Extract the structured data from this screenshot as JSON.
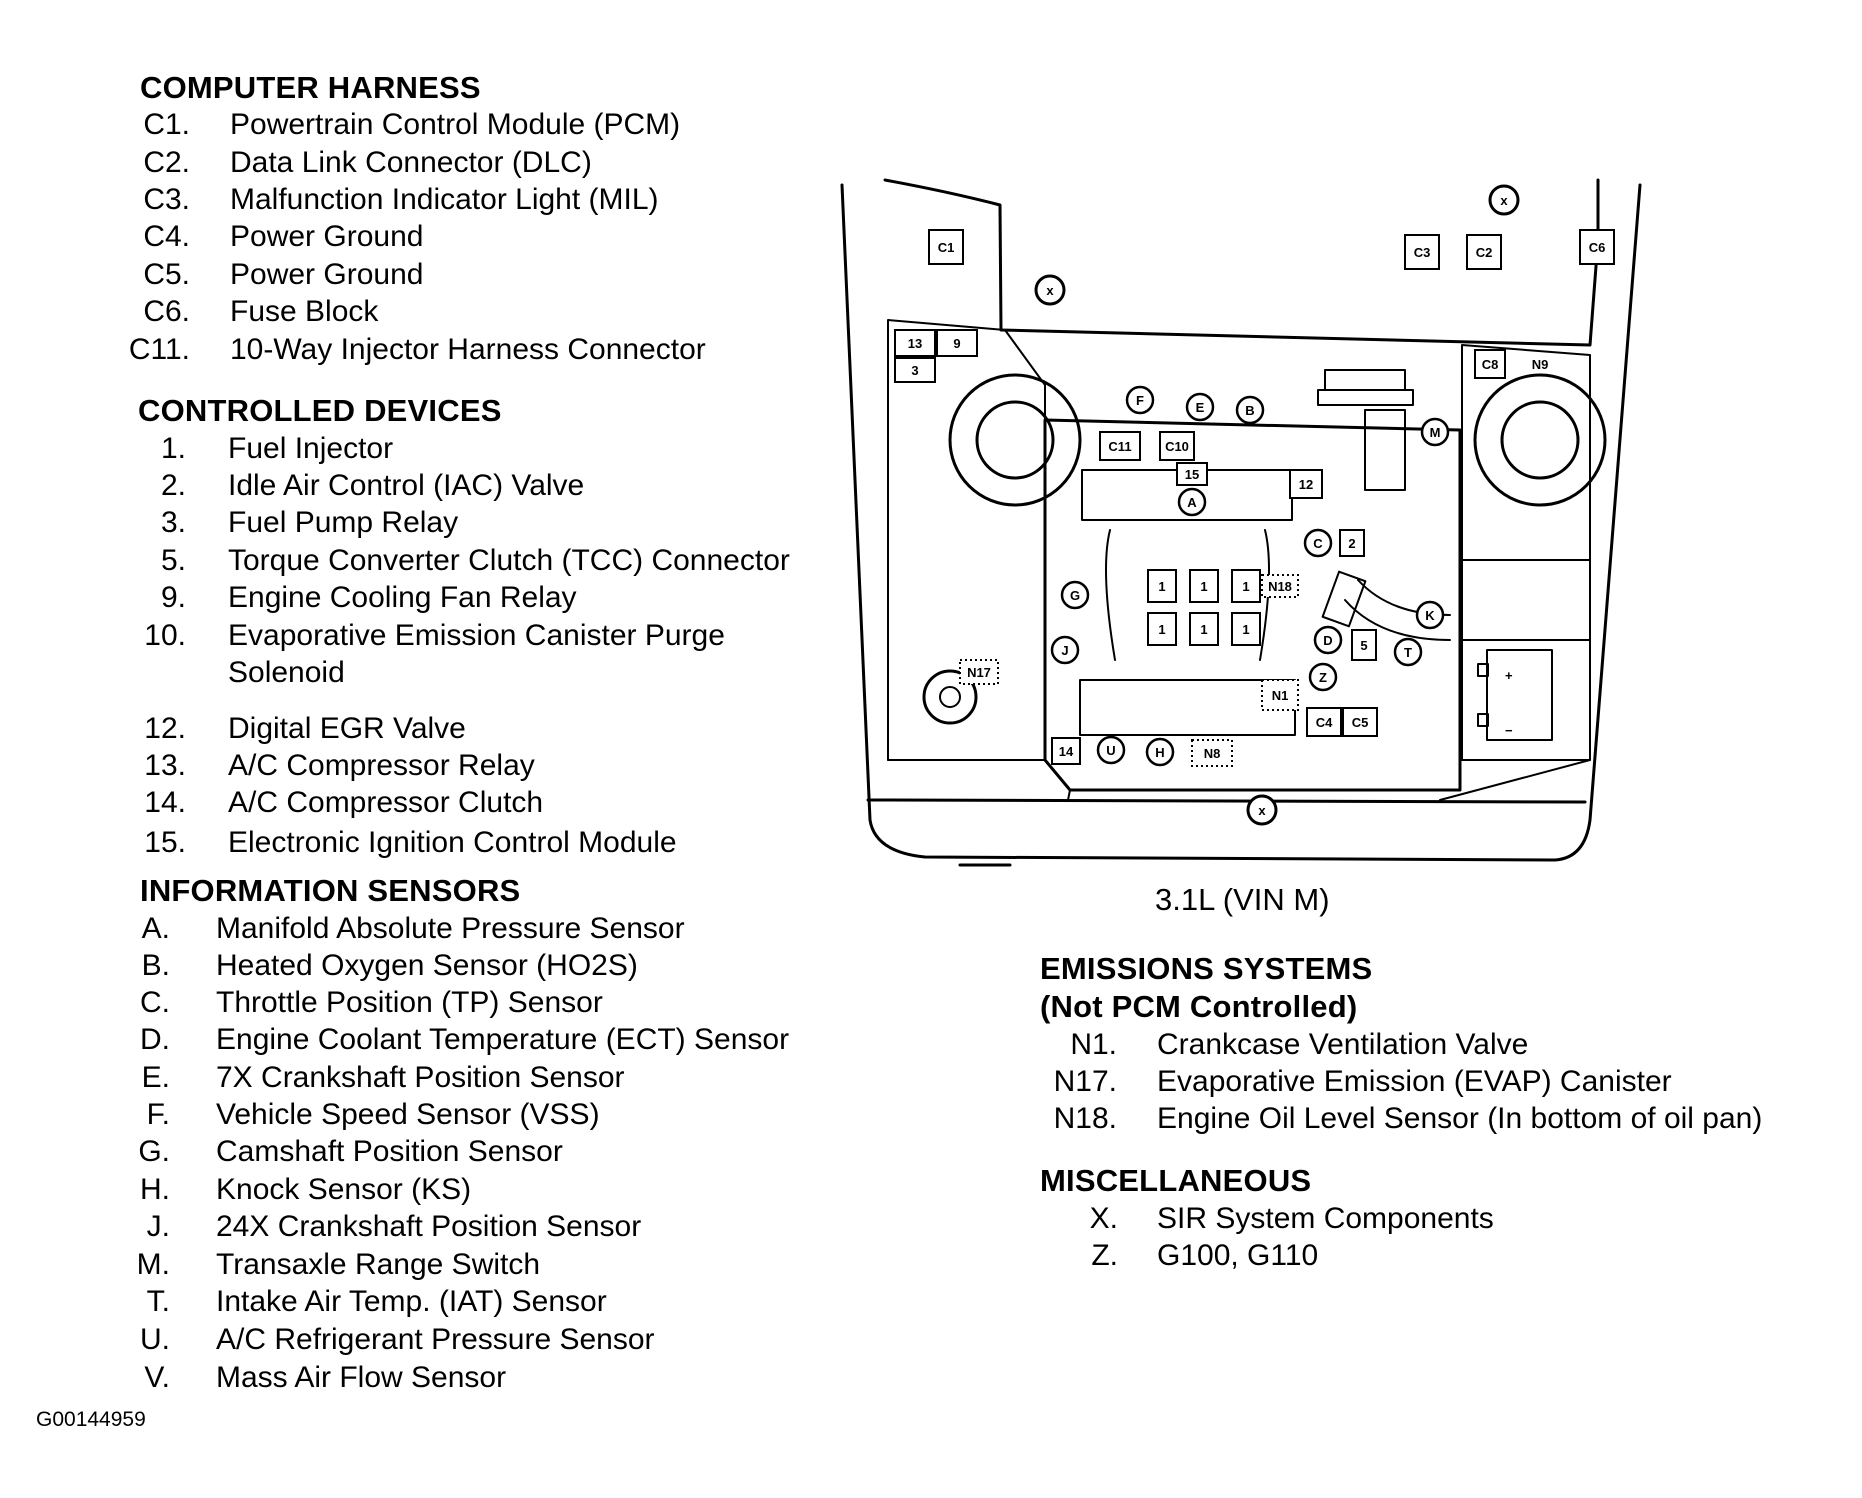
{
  "computer_harness": {
    "title": "COMPUTER HARNESS",
    "items": [
      {
        "code": "C1.",
        "text": "Powertrain Control Module (PCM)"
      },
      {
        "code": "C2.",
        "text": "Data Link Connector (DLC)"
      },
      {
        "code": "C3.",
        "text": "Malfunction Indicator Light (MIL)"
      },
      {
        "code": "C4.",
        "text": "Power Ground"
      },
      {
        "code": "C5.",
        "text": "Power Ground"
      },
      {
        "code": "C6.",
        "text": "Fuse Block"
      },
      {
        "code": "C11.",
        "text": "10-Way Injector Harness Connector"
      }
    ]
  },
  "controlled_devices": {
    "title": "CONTROLLED DEVICES",
    "items": [
      {
        "code": "1.",
        "text": "Fuel Injector"
      },
      {
        "code": "2.",
        "text": "Idle Air Control (IAC) Valve"
      },
      {
        "code": "3.",
        "text": "Fuel Pump Relay"
      },
      {
        "code": "5.",
        "text": "Torque Converter Clutch (TCC) Connector"
      },
      {
        "code": "9.",
        "text": "Engine Cooling Fan Relay"
      },
      {
        "code": "10.",
        "text": "Evaporative Emission Canister Purge",
        "text2": "Solenoid"
      },
      {
        "code": "12.",
        "text": "Digital EGR Valve"
      },
      {
        "code": "13.",
        "text": "A/C Compressor Relay"
      },
      {
        "code": "14.",
        "text": "A/C Compressor Clutch"
      },
      {
        "code": "15.",
        "text": "Electronic Ignition Control Module"
      }
    ]
  },
  "information_sensors": {
    "title": "INFORMATION SENSORS",
    "items": [
      {
        "code": "A.",
        "text": "Manifold Absolute Pressure Sensor"
      },
      {
        "code": "B.",
        "text": "Heated Oxygen Sensor (HO2S)"
      },
      {
        "code": "C.",
        "text": "Throttle Position (TP) Sensor"
      },
      {
        "code": "D.",
        "text": "Engine Coolant Temperature (ECT) Sensor"
      },
      {
        "code": "E.",
        "text": "7X Crankshaft Position Sensor"
      },
      {
        "code": "F.",
        "text": "Vehicle Speed Sensor (VSS)"
      },
      {
        "code": "G.",
        "text": "Camshaft Position Sensor"
      },
      {
        "code": "H.",
        "text": "Knock Sensor (KS)"
      },
      {
        "code": "J.",
        "text": "24X Crankshaft Position Sensor"
      },
      {
        "code": "M.",
        "text": "Transaxle Range Switch"
      },
      {
        "code": "T.",
        "text": "Intake Air Temp. (IAT) Sensor"
      },
      {
        "code": "U.",
        "text": "A/C Refrigerant Pressure Sensor"
      },
      {
        "code": "V.",
        "text": "Mass Air Flow Sensor"
      }
    ]
  },
  "emissions": {
    "title": "EMISSIONS SYSTEMS",
    "subtitle": "(Not PCM Controlled)",
    "items": [
      {
        "code": "N1.",
        "text": "Crankcase Ventilation Valve"
      },
      {
        "code": "N17.",
        "text": "Evaporative Emission (EVAP) Canister"
      },
      {
        "code": "N18.",
        "text": "Engine Oil Level Sensor (In bottom of oil pan)"
      }
    ]
  },
  "miscellaneous": {
    "title": "MISCELLANEOUS",
    "items": [
      {
        "code": "X.",
        "text": "SIR System Components"
      },
      {
        "code": "Z.",
        "text": "G100, G110"
      }
    ]
  },
  "diagram": {
    "caption": "3.1L (VIN M)",
    "labels": {
      "c1": "C1",
      "c2": "C2",
      "c3": "C3",
      "c4": "C4",
      "c5": "C5",
      "c6": "C6",
      "c8": "C8",
      "c10": "C10",
      "c11": "C11",
      "n1": "N1",
      "n8": "N8",
      "n9": "N9",
      "n17": "N17",
      "n18": "N18",
      "r13": "13",
      "r9": "9",
      "r3": "3",
      "r15": "15",
      "r12": "12",
      "r2": "2",
      "r5": "5",
      "r14": "14",
      "inj": "1",
      "a": "A",
      "b": "B",
      "c": "C",
      "d": "D",
      "e": "E",
      "f": "F",
      "g": "G",
      "h": "H",
      "j": "J",
      "k": "K",
      "m": "M",
      "t": "T",
      "u": "U",
      "z": "Z",
      "x": "X",
      "plus": "+",
      "minus": "−"
    }
  },
  "figure_id": "G00144959"
}
